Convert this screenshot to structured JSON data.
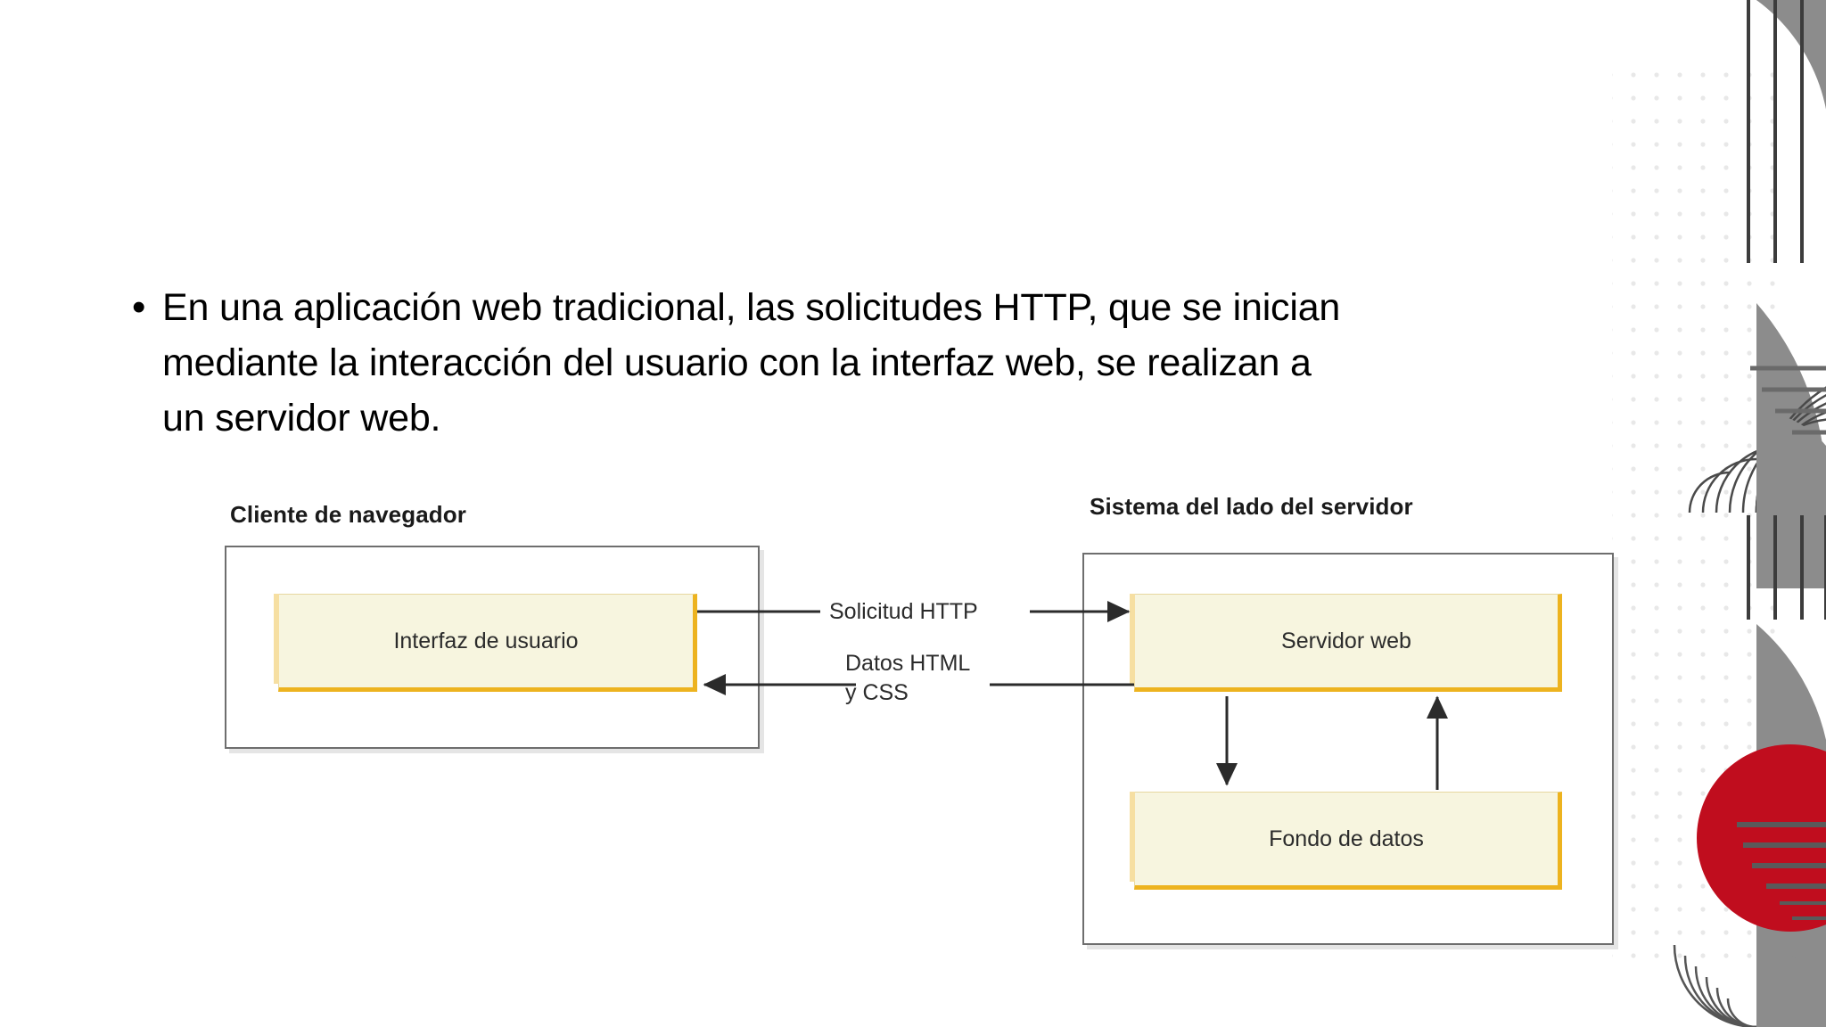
{
  "slide": {
    "bullet": {
      "marker": "•",
      "lines": [
        "En una aplicación web tradicional, las solicitudes HTTP, que se inician",
        "mediante la interacción del usuario con la interfaz web, se realizan a",
        "un servidor web."
      ]
    }
  },
  "diagram": {
    "client": {
      "heading": "Cliente de navegador",
      "boxes": [
        {
          "label": "Interfaz de usuario"
        }
      ]
    },
    "server": {
      "heading": "Sistema del lado del servidor",
      "boxes": [
        {
          "label": "Servidor web"
        },
        {
          "label": "Fondo de datos"
        }
      ]
    },
    "connections": [
      {
        "label": "Solicitud HTTP",
        "direction": "client-to-server"
      },
      {
        "label": "Datos HTML",
        "label2": "y CSS",
        "direction": "server-to-client"
      }
    ]
  },
  "colors": {
    "box_fill": "#f7f5df",
    "box_accent": "#edb31f",
    "outer_border": "#6e6e6e",
    "accent_red": "#c00d1e",
    "deco_gray": "#8c8c8c",
    "text": "#000000"
  }
}
